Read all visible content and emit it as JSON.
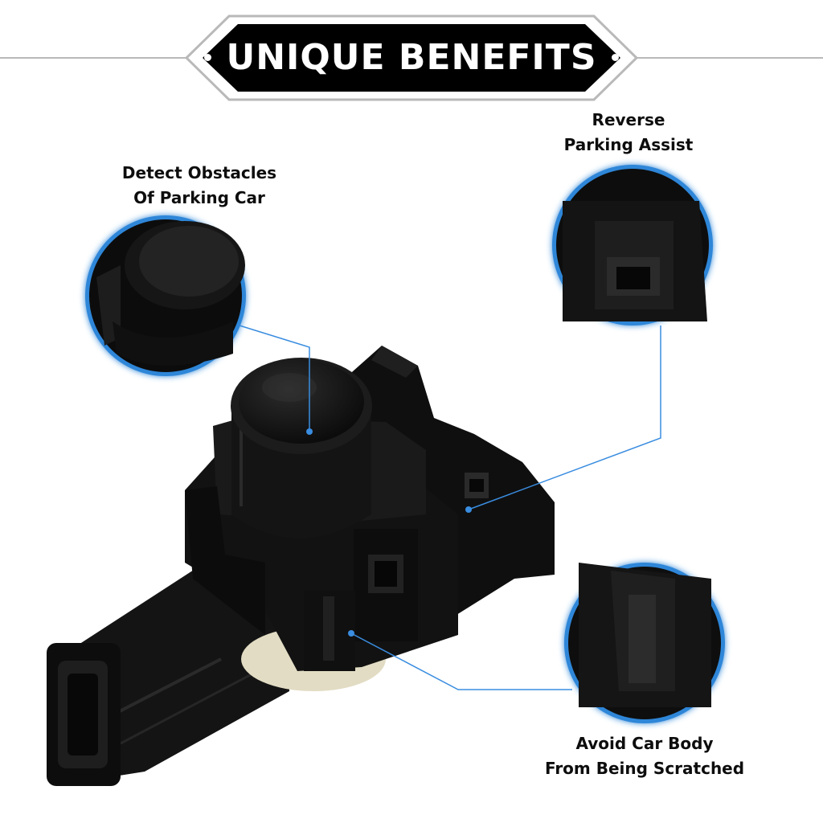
{
  "banner": {
    "title": "UNIQUE BENEFITS"
  },
  "callouts": [
    {
      "id": "detect",
      "line1": "Detect Obstacles",
      "line2": "Of Parking Car"
    },
    {
      "id": "reverse",
      "line1": "Reverse",
      "line2": "Parking Assist"
    },
    {
      "id": "scratch",
      "line1": "Avoid Car Body",
      "line2": "From Being Scratched"
    }
  ],
  "colors": {
    "accent": "#3a8de0",
    "banner": "#000000",
    "frame": "#b9b9b9",
    "product": "#111111"
  }
}
